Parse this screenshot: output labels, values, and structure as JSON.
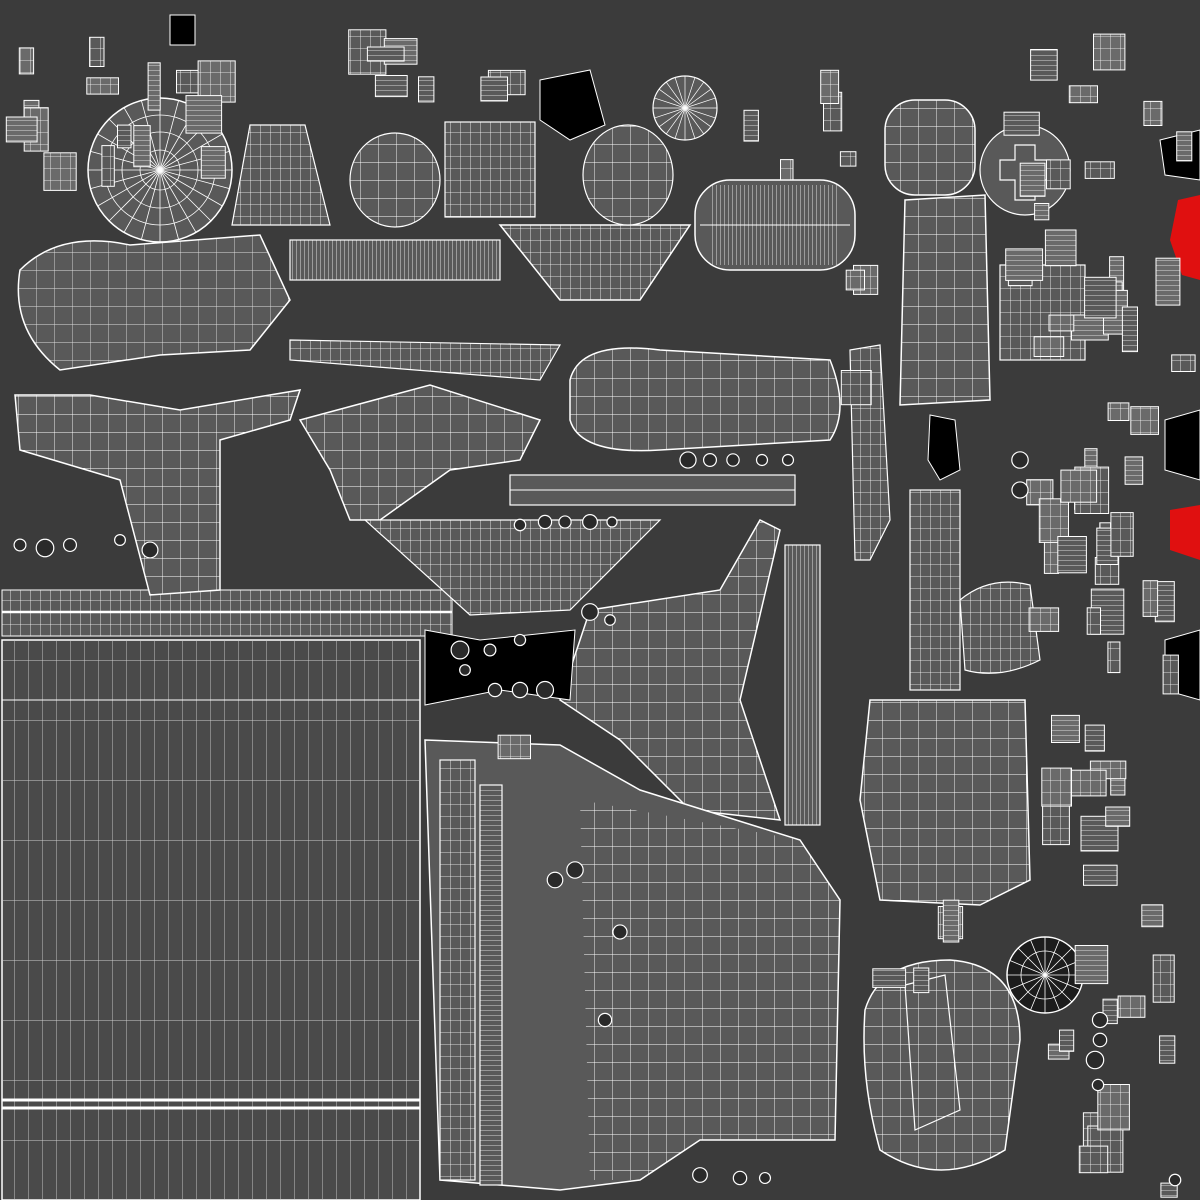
{
  "image": {
    "kind": "uv-wireframe-texture-map",
    "text_content": []
  },
  "colors": {
    "background": "#3b3b3b",
    "island_fill": "#595959",
    "island_fill_light": "#6a6a6a",
    "island_fill_dark": "#2a2a2a",
    "wire": "#ffffff",
    "accent_red": "#e01010",
    "black": "#000000",
    "grid_panel": "#4c4c4c"
  },
  "icons": [
    "uv-island",
    "wire-grid",
    "radial-disc",
    "circle-ring",
    "black-patch",
    "red-marker"
  ]
}
